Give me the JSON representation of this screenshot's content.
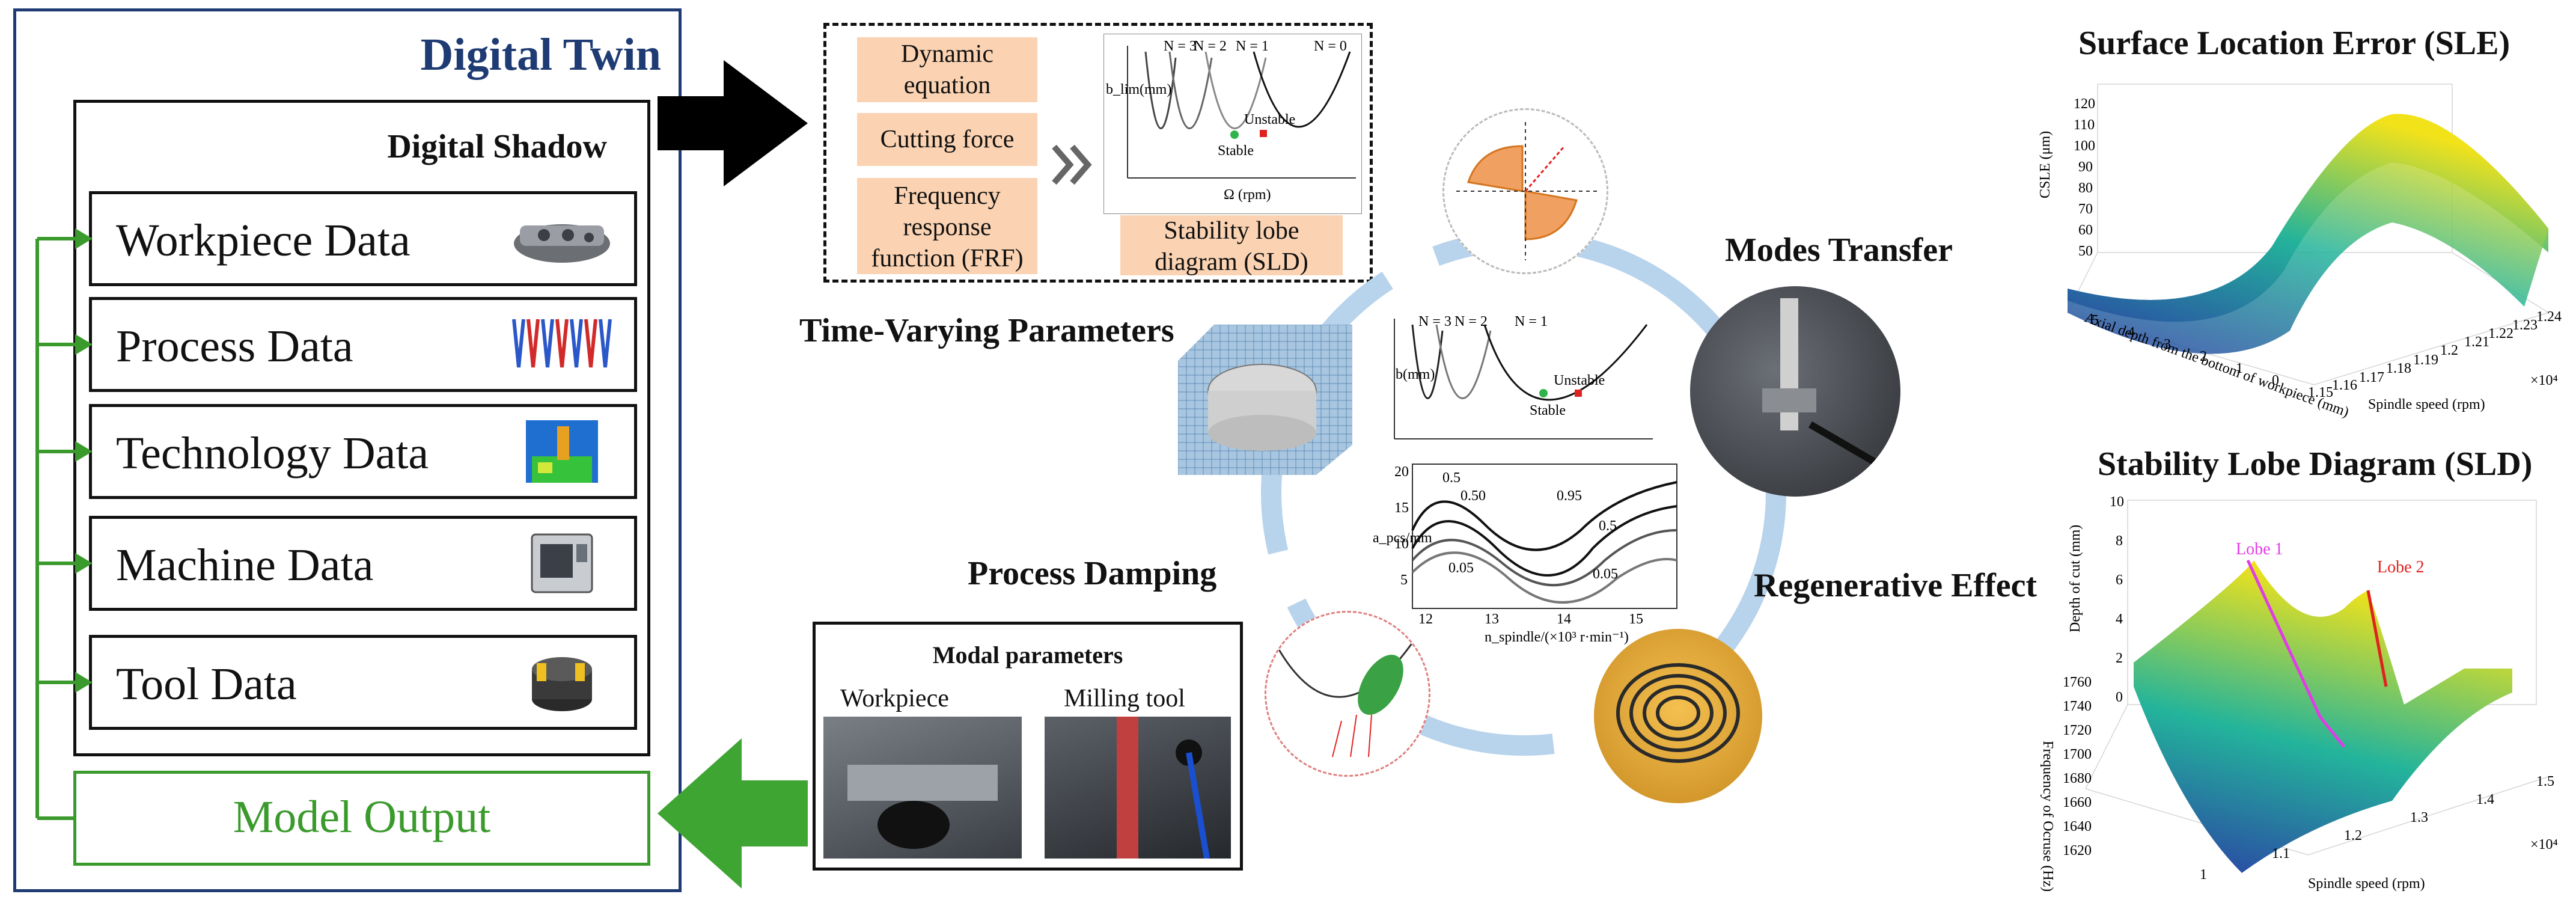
{
  "digital_twin": {
    "title": "Digital Twin"
  },
  "digital_shadow": {
    "title": "Digital Shadow",
    "items": [
      {
        "label": "Workpiece Data",
        "icon": "workpiece-icon"
      },
      {
        "label": "Process Data",
        "icon": "process-chart-icon"
      },
      {
        "label": "Technology Data",
        "icon": "technology-icon"
      },
      {
        "label": "Machine Data",
        "icon": "machine-icon"
      },
      {
        "label": "Tool Data",
        "icon": "milling-tool-icon"
      }
    ]
  },
  "model_output": {
    "label": "Model Output"
  },
  "flow_boxes": {
    "dynamic_equation": [
      "Dynamic",
      "equation"
    ],
    "cutting_force": "Cutting force",
    "frf": [
      "Frequency",
      "response",
      "function (FRF)"
    ],
    "sld": [
      "Stability lobe",
      "diagram (SLD)"
    ]
  },
  "sld_sketch": {
    "lobes": [
      "N = 3",
      "N = 2",
      "N = 1",
      "N = 0"
    ],
    "unstable": "Unstable",
    "stable": "Stable",
    "ylabel": "b_lim(mm)",
    "xlabel": "Ω (rpm)"
  },
  "cycle": {
    "time_varying": "Time-Varying Parameters",
    "modes_transfer": "Modes Transfer",
    "process_damping": "Process Damping",
    "regenerative": "Regenerative Effect"
  },
  "center_sld": {
    "lobes": [
      "N = 3",
      "N = 2",
      "N = 1"
    ],
    "unstable": "Unstable",
    "stable": "Stable",
    "ylabel": "b(mm)"
  },
  "center_contour": {
    "y_ticks": [
      "20",
      "15",
      "10",
      "5"
    ],
    "x_ticks": [
      "12",
      "13",
      "14",
      "15"
    ],
    "levels": [
      "0.5",
      "0.50",
      "0.95",
      "0.5",
      "0.05",
      "0.05"
    ],
    "ylabel": "a_pcs/mm",
    "xlabel": "n_spindle/(×10³ r·min⁻¹)"
  },
  "modal": {
    "title": "Modal parameters",
    "workpiece": "Workpiece",
    "milling_tool": "Milling tool"
  },
  "sle_plot": {
    "title": "Surface Location Error (SLE)",
    "zlabel": "CSLE (μm)",
    "z_ticks": [
      "120",
      "110",
      "100",
      "90",
      "80",
      "70",
      "60",
      "50"
    ],
    "x_ticks": [
      "1.15",
      "1.16",
      "1.17",
      "1.18",
      "1.19",
      "1.2",
      "1.21",
      "1.22",
      "1.23",
      "1.24"
    ],
    "xlabel": "Spindle speed (rpm)",
    "ylabel": "Axial depth from the bottom of workpiece (mm)",
    "y_ticks": [
      "5",
      "4",
      "3",
      "2",
      "1",
      "0"
    ],
    "exponent": "×10⁴",
    "colors": {
      "high": "#f2e21a",
      "mid": "#23b49b",
      "low": "#2b3ea5"
    }
  },
  "sld_plot": {
    "title": "Stability Lobe Diagram (SLD)",
    "zlabel": "Depth of cut (mm)",
    "z_ticks": [
      "10",
      "8",
      "6",
      "4",
      "2",
      "0"
    ],
    "x_ticks": [
      "1",
      "1.1",
      "1.2",
      "1.3",
      "1.4",
      "1.5"
    ],
    "xlabel": "Spindle speed (rpm)",
    "ylabel": "Frequency of Ocruse (Hz)",
    "y_ticks": [
      "1760",
      "1740",
      "1720",
      "1700",
      "1680",
      "1660",
      "1640",
      "1620"
    ],
    "exponent": "×10⁴",
    "lobe1": "Lobe 1",
    "lobe2": "Lobe 2",
    "colors": {
      "lobe1": "#e23ce6",
      "lobe2": "#e0221f"
    }
  }
}
